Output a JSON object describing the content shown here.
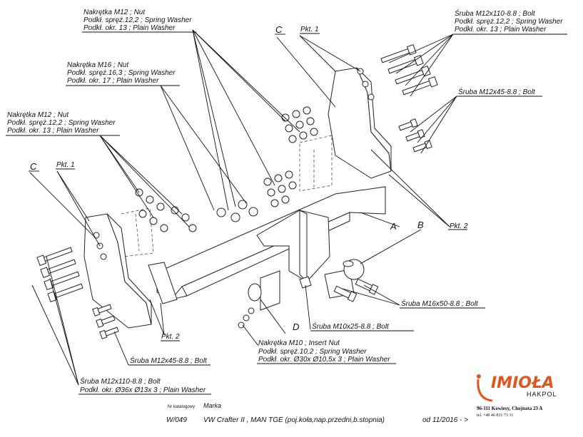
{
  "labels": {
    "nut_m12_right": [
      "Nakrętka  M12 ; Nut",
      "Podkł. spręż.12,2 ; Spring Washer",
      "Podkł. okr. 13 ; Plain Washer"
    ],
    "bolt_m12x110_right": [
      "Śruba M12x110-8.8 ;  Bolt",
      "Podkł. spręż.12,2 ; Spring Washer",
      "Podkł. okr. 13 ; Plain Washer"
    ],
    "nut_m16": [
      "Nakrętka  M16 ; Nut",
      "Podkł. spręż.16,3 ; Spring Washer",
      "Podkł. okr. 17 ; Plain Washer"
    ],
    "nut_m12_left": [
      "Nakrętka  M12 ; Nut",
      "Podkł. spręż.12,2 ; Spring Washer",
      "Podkł. okr. 13 ; Plain Washer"
    ],
    "bolt_m12x45_right": "Śruba M12x45-8.8 ;  Bolt",
    "bolt_m12x45_left": "Śruba M12x45-8.8 ;  Bolt",
    "bolt_m16x50": "Śruba M16x50-8.8 ;  Bolt",
    "bolt_m10x25": "Śruba M10x25-8.8 ;  Bolt",
    "nut_m10": [
      "Nakrętka  M10 ; Insert Nut",
      "Podkł. spręż.10,2 ; Spring Washer",
      "Podkł. okr.  Ø30x Ø10,5x 3 ; Plain Washer"
    ],
    "bolt_m12x110_left": [
      "Śruba M12x110-8.8 ;  Bolt",
      "Podkł. okr.  Ø36x Ø13x 3 ; Plain Washer"
    ],
    "c_top": "C",
    "c_left": "C",
    "pkt1_top": "Pkt. 1",
    "pkt1_left": "Pkt. 1",
    "pkt2_right": "Pkt. 2",
    "pkt2_left": "Pkt. 2",
    "a": "A",
    "b": "B",
    "d": "D"
  },
  "footer": {
    "catalog_label": "Nr katalogowy",
    "brand_label": "Marka",
    "catalog_no": "W/049",
    "vehicle": "VW Crafter II , MAN TGE (poj.koła,nap.przedni,b.stopnia)",
    "date": "od 11/2016 - >"
  },
  "company": {
    "logo": "IMIOŁA",
    "sub": "HAKPOL",
    "address": "96-111 Kowiesy, Chojnata 23 A",
    "phone": "tel. +48 46 831 73 31"
  },
  "colors": {
    "brand": "#e0561b",
    "line": "#111111"
  }
}
